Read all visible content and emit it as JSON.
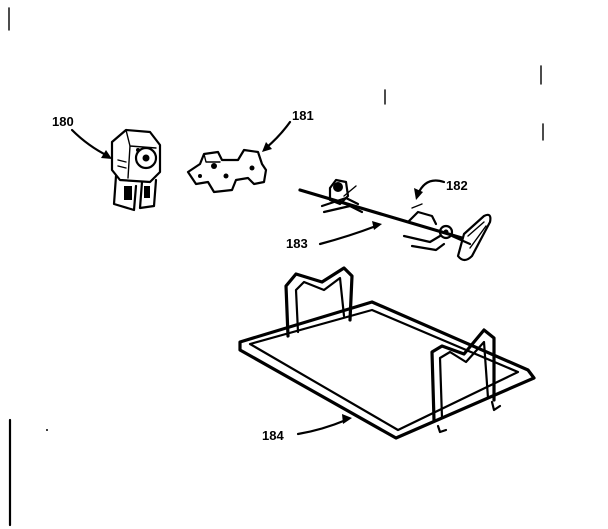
{
  "callouts": {
    "motor": "180",
    "bracket": "181",
    "spit_fork": "182",
    "spit_rod": "183",
    "grill_rack": "184"
  },
  "colors": {
    "ink": "#000000",
    "paper": "#ffffff"
  }
}
